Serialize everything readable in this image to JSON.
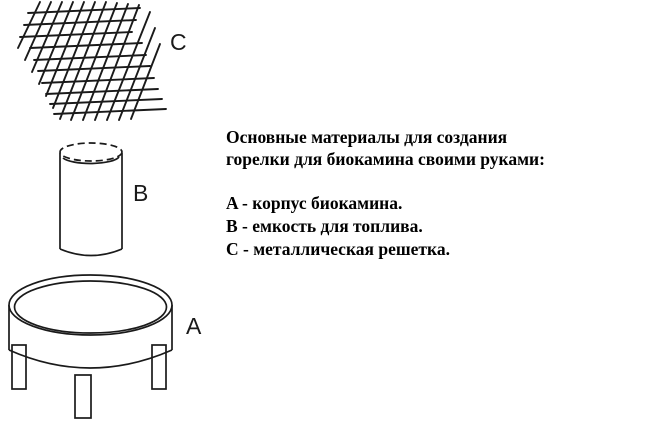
{
  "document": {
    "type": "instructional-diagram",
    "subject": "Biofireplace burner assembly parts"
  },
  "caption": {
    "heading_line1": "Основные материалы для создания",
    "heading_line2": "горелки для биокамина своими руками:",
    "legend": [
      "A - корпус биокамина.",
      "B - емкость для топлива.",
      "C - металлическая решетка."
    ]
  },
  "labels": {
    "mesh": "C",
    "cylinder": "B",
    "body": "A"
  },
  "parts": {
    "mesh": {
      "name": "металлическая решетка",
      "horizontal_lines": 10,
      "diagonal_lines": 13
    },
    "cylinder": {
      "name": "емкость для топлива"
    },
    "body": {
      "name": "корпус биокамина",
      "legs": 3
    }
  },
  "colors": {
    "background": "#ffffff",
    "stroke": "#1a1a1a",
    "text": "#000000"
  }
}
